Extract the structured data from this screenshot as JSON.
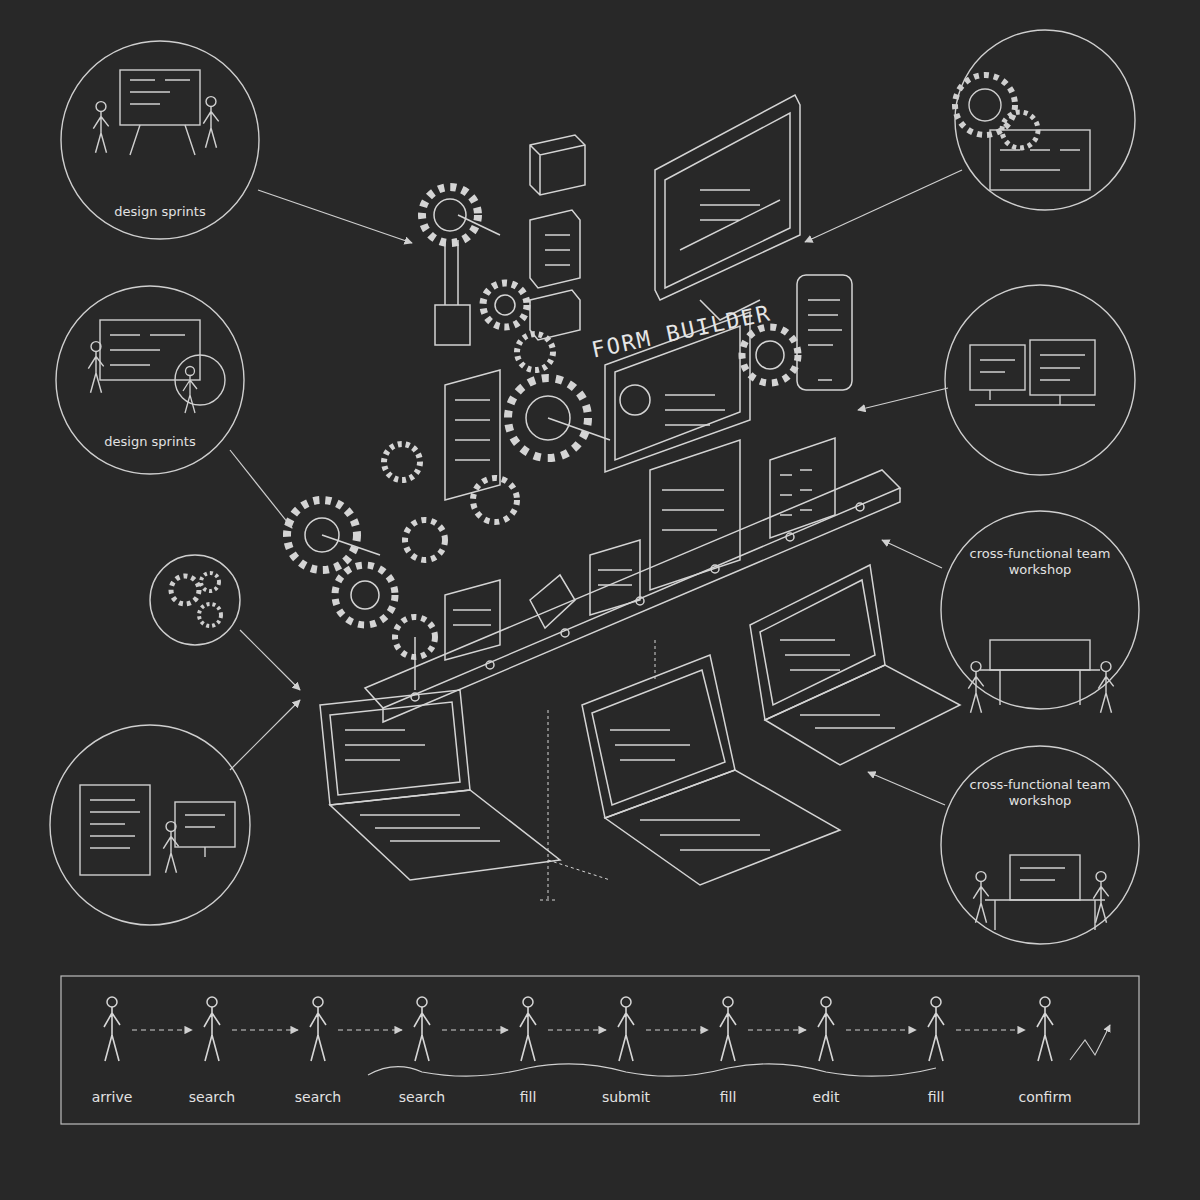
{
  "diagram": {
    "nodes": [
      {
        "text": [
          "design sprints"
        ]
      },
      {
        "text": [
          "design sprints"
        ]
      },
      {
        "text": [
          "cross-functional team workshop"
        ]
      },
      {
        "text": [
          "cross-functional team workshop"
        ]
      },
      {
        "text": [
          "arrive",
          "search",
          "search",
          "search",
          "fill",
          "submit",
          "fill",
          "edit",
          "fill",
          "confirm"
        ]
      }
    ],
    "labels": [
      "FORM BUILDER"
    ]
  }
}
